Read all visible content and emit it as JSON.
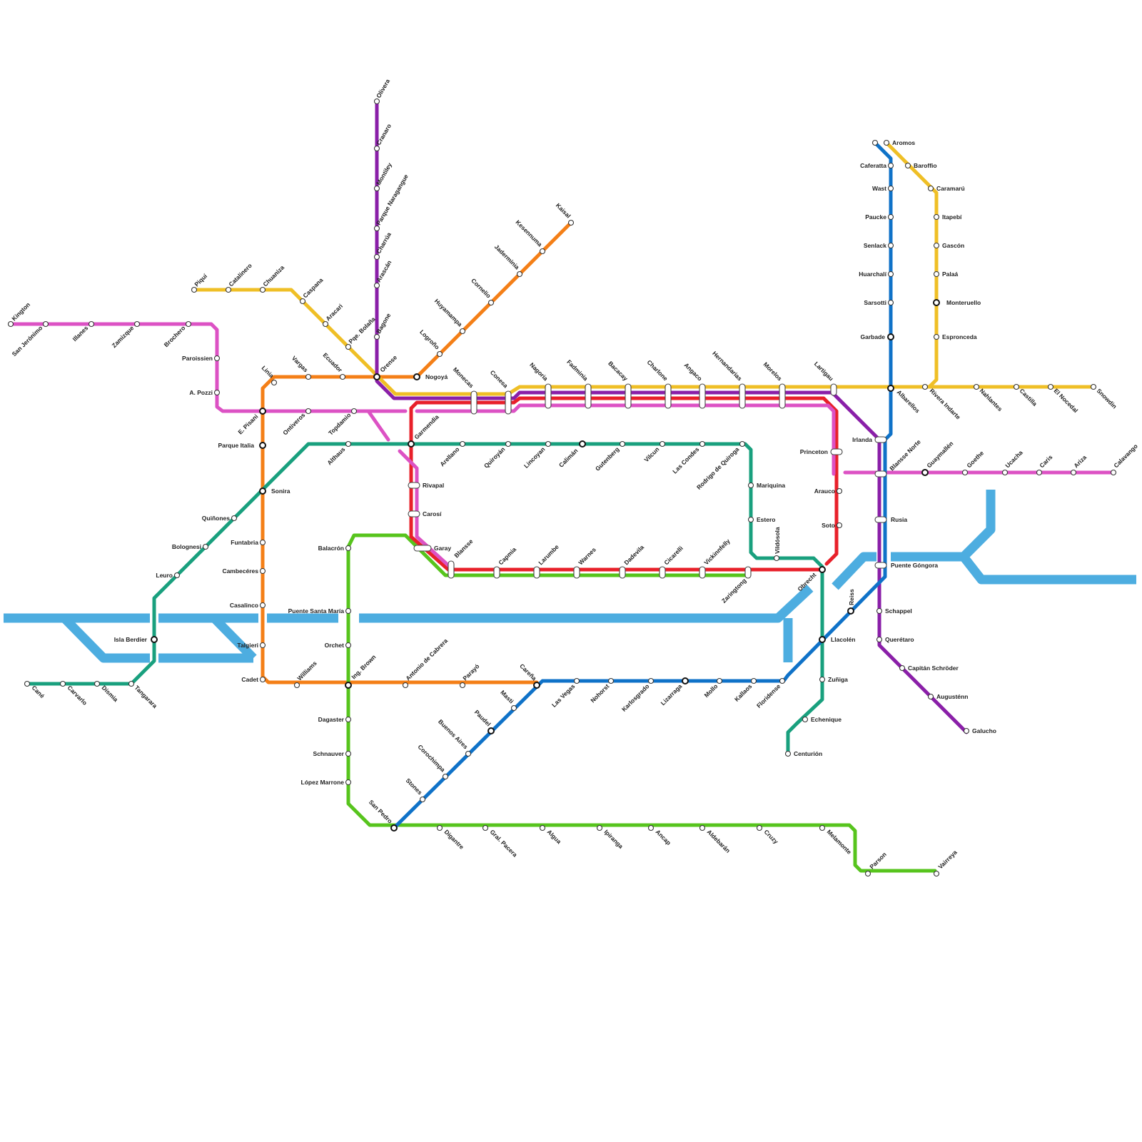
{
  "colors": {
    "water": "#4dade0",
    "pink": "#dc52c4",
    "yellow": "#efbf26",
    "orange": "#f47f17",
    "purple": "#8a1fa8",
    "red": "#e8202a",
    "teal": "#19a07e",
    "green": "#57c41d",
    "blue": "#0f72c8"
  },
  "lines": {
    "pink": [
      "Kington",
      "San Jerónimo",
      "Illanes",
      "Zamizque",
      "Brochero",
      "Paroissien",
      "A. Pozzi",
      "E. Pisani",
      "Ontiveros",
      "Topdamio",
      "Rivapal",
      "Carosí",
      "Garay",
      "Blansse",
      "Princeton",
      "Blansse Norte",
      "Guaymallén",
      "Goethe",
      "Ucacha",
      "Caris",
      "Ariza",
      "Calavango"
    ],
    "yellow": [
      "Piquí",
      "Catalinero",
      "Chuaniza",
      "Caspana",
      "Aracari",
      "Pqe. Bolaña",
      "Orense",
      "Monecas",
      "Conesa",
      "Nagoria",
      "Fadminia",
      "Bacacay",
      "Charlone",
      "Angaco",
      "Hernandarias",
      "Morelos",
      "Lartigau",
      "Albarellos",
      "Rivera Indarte",
      "Nahlantes",
      "Castilla",
      "El Nocedal",
      "Snowdin",
      "Aromos",
      "Baroffio",
      "Caramarú",
      "Itapebí",
      "Gascón",
      "Palaá",
      "Monteruello",
      "Espronceda"
    ],
    "orange": [
      "Linia",
      "Vargas",
      "Ecuador",
      "Orense",
      "Nogoyá",
      "Logroño",
      "Huyamampa",
      "Cornelio",
      "Jaderminia",
      "Kesennuma",
      "Kaisal",
      "Parque Italia",
      "Sonira",
      "Funtabria",
      "Cambecéres",
      "Casalinco",
      "Talgieri",
      "Cadet",
      "Williams",
      "Ing. Brown",
      "Antonio de Cabrera",
      "Parayó",
      "Careña"
    ],
    "purple": [
      "Olivera",
      "Cranaro",
      "Montiley",
      "Parque Naragangue",
      "Charrúa",
      "Arascán",
      "Bagone",
      "Irlanda",
      "Schappel",
      "Querétaro",
      "Capitán Schröder",
      "Augusténn",
      "Galucho"
    ],
    "red": [
      "Garmendia",
      "Rivapal",
      "Carosí",
      "Garay",
      "Blansse",
      "Capmia",
      "Larumbe",
      "Warnes",
      "Dadevila",
      "Cicarelli",
      "Vickinnfelly",
      "Zaringtong",
      "Obrecht",
      "Soto",
      "Arauco",
      "Princeton"
    ],
    "teal": [
      "Cané",
      "Carvarlo",
      "Dismia",
      "Tangarara",
      "Isla Berdier",
      "Leuro",
      "Bolognesi",
      "Quiñones",
      "Sonira",
      "Althaus",
      "Garmendia",
      "Arellano",
      "Quiroyán",
      "Lincoyan",
      "Calimán",
      "Gutenberg",
      "Vilcun",
      "Las Condes",
      "Rodrigo de Quiroga",
      "Mariquina",
      "Estero",
      "Vildósola",
      "Obrecht",
      "Llacolén",
      "Zuñiga",
      "Echenique",
      "Centurión"
    ],
    "green": [
      "Balacrón",
      "Puente Santa María",
      "Orchet",
      "Ing. Brown",
      "Dagaster",
      "Schnauver",
      "López Marrone",
      "San Pedro",
      "Digantre",
      "Gral. Pacera",
      "Algua",
      "Ipiranga",
      "Ancap",
      "Aldebarán",
      "Cruzy",
      "Melamonte",
      "Parson",
      "Vairreya"
    ],
    "blue": [
      "Caferatta",
      "Wast",
      "Paucke",
      "Senlack",
      "Huarchalí",
      "Sarsotti",
      "Garbade",
      "Irlanda",
      "Rusia",
      "Puente Góngora",
      "Reiss",
      "Llacolén",
      "Floridense",
      "Kallaos",
      "Mollo",
      "Lizarraga",
      "Karlosgrado",
      "Nohorst",
      "Las Vegas",
      "Careña",
      "Masti",
      "Paudel",
      "Buenos Aires",
      "Corochimpa",
      "Stones",
      "San Pedro"
    ]
  },
  "stations": {
    "kington": "Kington",
    "san_jeronimo": "San Jerónimo",
    "illanes": "Illanes",
    "zamizque": "Zamizque",
    "brochero": "Brochero",
    "paroissien": "Paroissien",
    "a_pozzi": "A. Pozzi",
    "e_pisani": "E. Pisani",
    "ontiveros": "Ontiveros",
    "topdamio": "Topdamio",
    "piqui": "Piquí",
    "catalinero": "Catalinero",
    "chuaniza": "Chuaniza",
    "caspana": "Caspana",
    "aracari": "Aracari",
    "pqe_bolana": "Pqe. Bolaña",
    "orense": "Orense",
    "nogoya": "Nogoyá",
    "linia": "Linia",
    "vargas": "Vargas",
    "ecuador": "Ecuador",
    "logrono": "Logroño",
    "huyamampa": "Huyamampa",
    "cornelio": "Cornelio",
    "jaderminia": "Jaderminia",
    "kesennuma": "Kesennuma",
    "kaisal": "Kaisal",
    "olivera": "Olivera",
    "cranaro": "Cranaro",
    "montiley": "Montiley",
    "parque_naragangue": "Parque Naragangue",
    "charrua": "Charrúa",
    "arascan": "Arascán",
    "bagone": "Bagone",
    "monecas": "Monecas",
    "conesa": "Conesa",
    "nagoria": "Nagoria",
    "fadminia": "Fadminia",
    "bacacay": "Bacacay",
    "charlone": "Charlone",
    "angaco": "Angaco",
    "hernandarias": "Hernandarias",
    "morelos": "Morelos",
    "lartigau": "Lartigau",
    "albarellos": "Albarellos",
    "rivera_indarte": "Rivera Indarte",
    "nahlantes": "Nahlantes",
    "castilla": "Castilla",
    "el_nocedal": "El Nocedal",
    "snowdin": "Snowdin",
    "aromos": "Aromos",
    "baroffio": "Baroffio",
    "caramaru": "Caramarú",
    "itapebi": "Itapebí",
    "gascon": "Gascón",
    "palaa": "Palaá",
    "monteruello": "Monteruello",
    "espronceda": "Espronceda",
    "caferatta": "Caferatta",
    "wast": "Wast",
    "paucke": "Paucke",
    "senlack": "Senlack",
    "huarchali": "Huarchalí",
    "sarsotti": "Sarsotti",
    "garbade": "Garbade",
    "irlanda": "Irlanda",
    "blansse_norte": "Blansse Norte",
    "guaymallen": "Guaymallén",
    "goethe": "Goethe",
    "ucacha": "Ucacha",
    "caris": "Caris",
    "ariza": "Ariza",
    "calavango": "Calavango",
    "rusia": "Rusia",
    "puente_gongora": "Puente Góngora",
    "princeton": "Princeton",
    "arauco": "Arauco",
    "soto": "Soto",
    "obrecht": "Obrecht",
    "reiss": "Reiss",
    "schappel": "Schappel",
    "queretaro": "Querétaro",
    "llacolen": "Llacolén",
    "capitan_schroder": "Capitán Schröder",
    "augustenn": "Augusténn",
    "galucho": "Galucho",
    "zuniga": "Zuñiga",
    "echenique": "Echenique",
    "centurion": "Centurión",
    "parque_italia": "Parque Italia",
    "garmendia": "Garmendia",
    "althaus": "Althaus",
    "arellano": "Arellano",
    "quiroyan": "Quiroyán",
    "lincoyan": "Lincoyan",
    "caliman": "Calimán",
    "gutenberg": "Gutenberg",
    "vilcun": "Vilcun",
    "las_condes": "Las Condes",
    "rodrigo_de_quiroga": "Rodrigo de Quiroga",
    "mariquina": "Mariquina",
    "estero": "Estero",
    "vildosola": "Vildósola",
    "sonira": "Sonira",
    "quinones": "Quiñones",
    "bolognesi": "Bolognesi",
    "leuro": "Leuro",
    "isla_berdier": "Isla Berdier",
    "cane": "Cané",
    "carvarlo": "Carvarlo",
    "dismia": "Dismia",
    "tangarara": "Tangarara",
    "funtabria": "Funtabria",
    "cambeceres": "Cambecéres",
    "casalinco": "Casalinco",
    "talgieri": "Talgieri",
    "cadet": "Cadet",
    "williams": "Williams",
    "ing_brown": "Ing. Brown",
    "antonio_de_cabrera": "Antonio de Cabrera",
    "parayo": "Parayó",
    "carena": "Careña",
    "rivapal": "Rivapal",
    "carosi": "Carosí",
    "garay": "Garay",
    "blansse": "Blansse",
    "capmia": "Capmia",
    "larumbe": "Larumbe",
    "warnes": "Warnes",
    "dadevila": "Dadevila",
    "cicarelli": "Cicarelli",
    "vickinnfelly": "Vickinnfelly",
    "zaringtong": "Zaringtong",
    "balacron": "Balacrón",
    "puente_santa_maria": "Puente Santa María",
    "orchet": "Orchet",
    "dagaster": "Dagaster",
    "schnauver": "Schnauver",
    "lopez_marrone": "López Marrone",
    "masti": "Masti",
    "paudel": "Paudel",
    "buenos_aires": "Buenos Aires",
    "corochimpa": "Corochimpa",
    "stones": "Stones",
    "san_pedro": "San Pedro",
    "las_vegas": "Las Vegas",
    "nohorst": "Nohorst",
    "karlosgrado": "Karlosgrado",
    "lizarraga": "Lizarraga",
    "mollo": "Mollo",
    "kallaos": "Kallaos",
    "floridense": "Floridense",
    "digantre": "Digantre",
    "gral_pacera": "Gral. Pacera",
    "algua": "Algua",
    "ipiranga": "Ipiranga",
    "ancap": "Ancap",
    "aldebaran": "Aldebarán",
    "cruzy": "Cruzy",
    "melamonte": "Melamonte",
    "parson": "Parson",
    "vairreya": "Vairreya"
  }
}
